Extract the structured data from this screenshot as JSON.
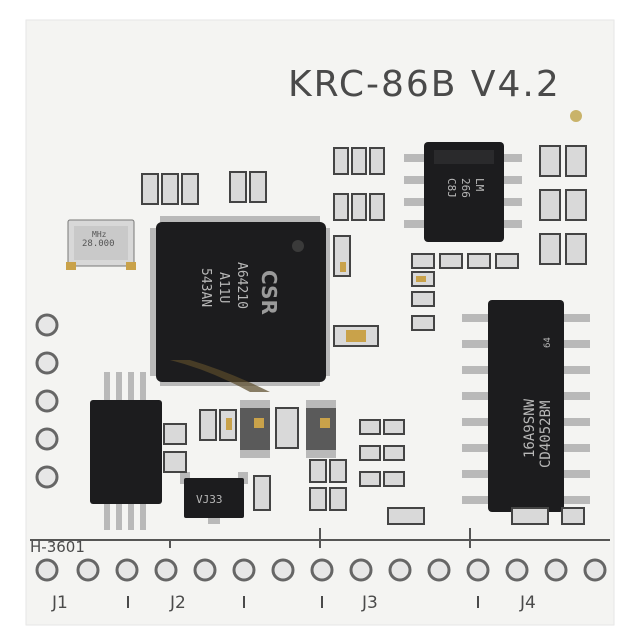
{
  "board": {
    "model_label": "KRC-86B V4.2",
    "part_label": "H-3601",
    "colors": {
      "pcb": "#f4f4f2",
      "chip": "#1c1c1e",
      "silk": "#4a4a4a",
      "gold": "#c9a24a"
    }
  },
  "chips": {
    "main_soc": {
      "logo": "CSR",
      "line1": "A64210",
      "line2": "A11U",
      "line3": "543AN"
    },
    "op_amp": {
      "line1": "LM",
      "line2": "266",
      "line3": "C8J"
    },
    "mux": {
      "line1": "16A9SNW",
      "line2": "CD4052BM",
      "mark": "64"
    },
    "regulator": {
      "label": "VJ33"
    },
    "crystal": {
      "line1": "28.000",
      "line2": "MHz"
    }
  },
  "pin_labels": {
    "j1": "J1",
    "j2": "J2",
    "j3": "J3",
    "j4": "J4"
  }
}
